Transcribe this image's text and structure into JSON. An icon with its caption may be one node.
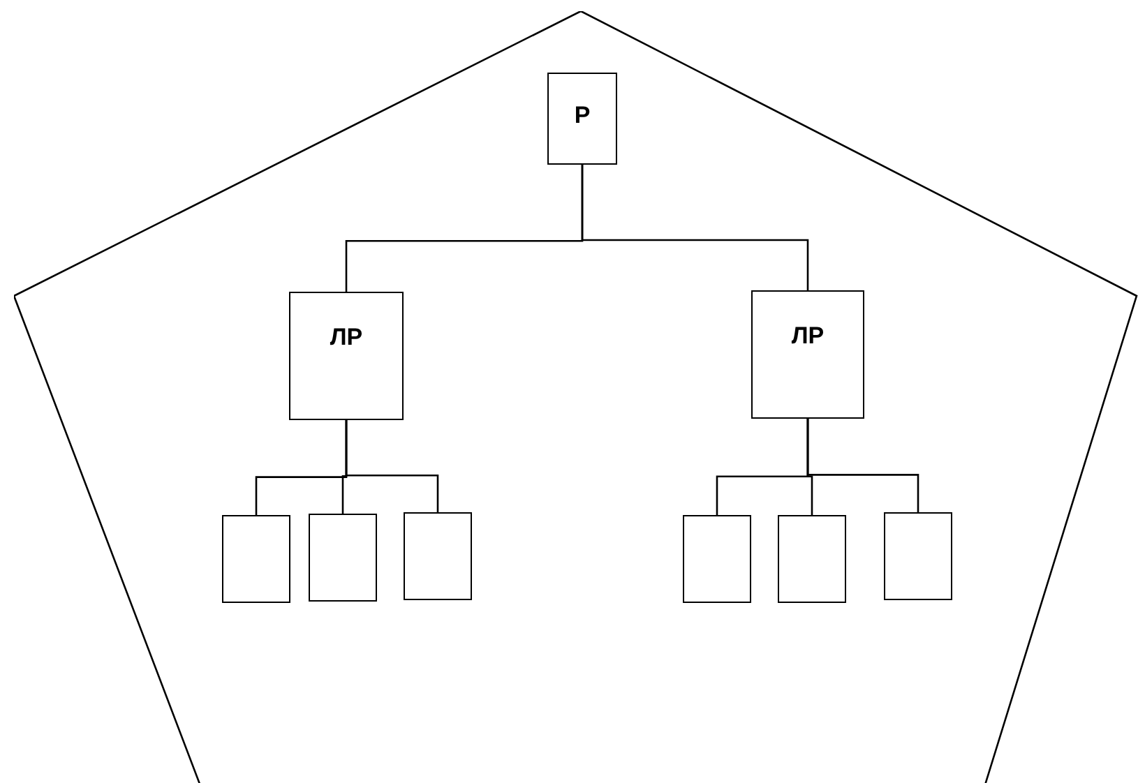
{
  "diagram": {
    "nodes": [
      {
        "text": [],
        "shape": "pentagon"
      },
      {
        "text": [
          "Р"
        ],
        "in": 0
      },
      {
        "text": [
          "ЛР"
        ],
        "in": 0
      },
      {
        "text": [
          "ЛР"
        ],
        "in": 0
      },
      {
        "text": [],
        "shape": "box",
        "in": 0
      },
      {
        "text": [],
        "shape": "box",
        "in": 0
      },
      {
        "text": [],
        "shape": "box",
        "in": 0
      },
      {
        "text": [],
        "shape": "box",
        "in": 0
      },
      {
        "text": [],
        "shape": "box",
        "in": 0
      },
      {
        "text": [],
        "shape": "box",
        "in": 0
      }
    ],
    "edges": [
      {
        "from": 1,
        "to": 2,
        "arrow": "none"
      },
      {
        "from": 1,
        "to": 3,
        "arrow": "none"
      },
      {
        "from": 2,
        "to": 4,
        "arrow": "none"
      },
      {
        "from": 2,
        "to": 5,
        "arrow": "none"
      },
      {
        "from": 2,
        "to": 6,
        "arrow": "none"
      },
      {
        "from": 3,
        "to": 7,
        "arrow": "none"
      },
      {
        "from": 3,
        "to": 8,
        "arrow": "none"
      },
      {
        "from": 3,
        "to": 9,
        "arrow": "none"
      }
    ]
  }
}
